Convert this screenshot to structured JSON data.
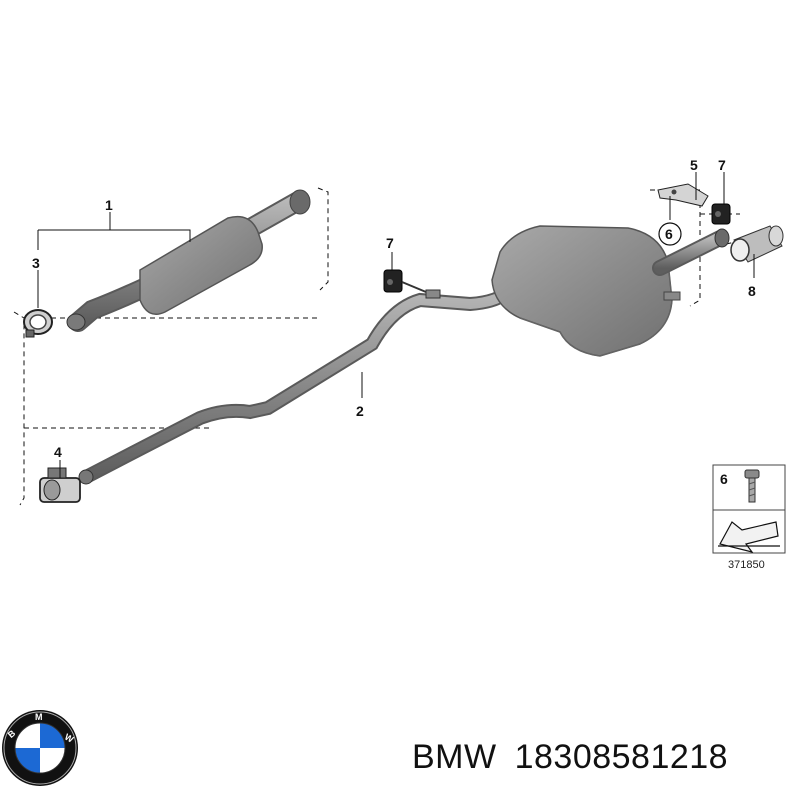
{
  "diagram": {
    "callouts": {
      "c1": "1",
      "c2": "2",
      "c3": "3",
      "c4": "4",
      "c5": "5",
      "c6": "6",
      "c7a": "7",
      "c7b": "7",
      "c8": "8"
    },
    "legend": {
      "item_number": "6",
      "reference_code": "371850"
    }
  },
  "caption": {
    "brand": "BMW",
    "part_number": "18308581218"
  },
  "logo": {
    "text": "BMW",
    "colors": {
      "blue": "#1c69d4",
      "white": "#ffffff",
      "ring": "#111111"
    }
  }
}
